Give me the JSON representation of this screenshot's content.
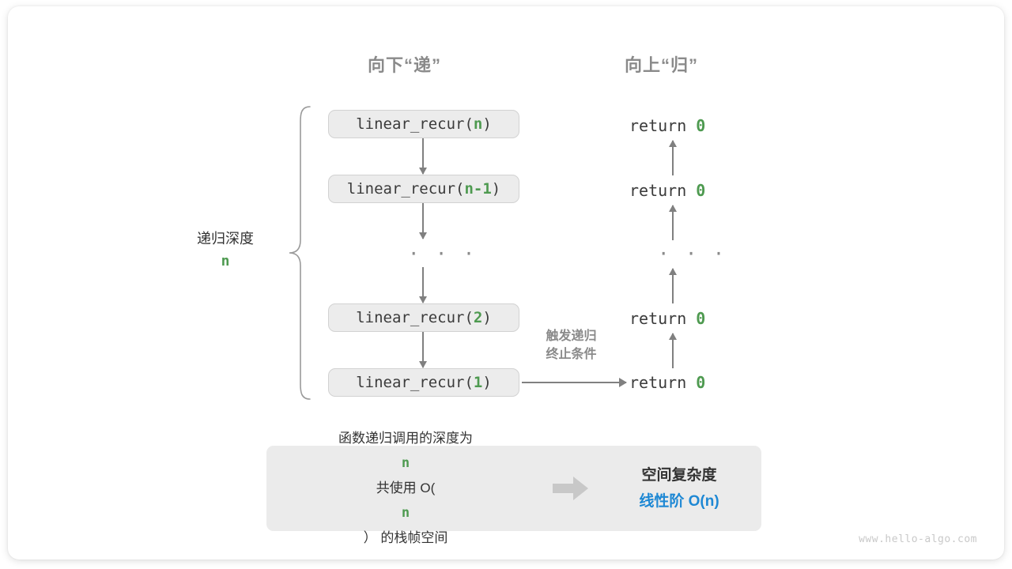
{
  "headers": {
    "down": "向下“递”",
    "up": "向上“归”"
  },
  "depth_label": {
    "text": "递归深度",
    "variable": "n"
  },
  "call_stack": [
    {
      "name": "linear_recur(",
      "arg": "n",
      "close": ")"
    },
    {
      "name": "linear_recur(",
      "arg": "n-1",
      "close": ")"
    },
    {
      "name": "linear_recur(",
      "arg": "2",
      "close": ")"
    },
    {
      "name": "linear_recur(",
      "arg": "1",
      "close": ")"
    }
  ],
  "ellipsis": "· · ·",
  "returns": [
    {
      "keyword": "return",
      "value": "0"
    },
    {
      "keyword": "return",
      "value": "0"
    },
    {
      "keyword": "return",
      "value": "0"
    },
    {
      "keyword": "return",
      "value": "0"
    }
  ],
  "trigger_note": {
    "line1": "触发递归",
    "line2": "终止条件"
  },
  "summary": {
    "left_line1_prefix": "函数递归调用的深度为 ",
    "left_line1_var": "n",
    "left_line2_prefix": "共使用 O(",
    "left_line2_var": "n",
    "left_line2_suffix": "） 的栈帧空间",
    "arrow_icon": "right-arrow-icon",
    "right_title": "空间复杂度",
    "right_order": "线性阶 O(n)"
  },
  "watermark": "www.hello-algo.com",
  "colors": {
    "green": "#4e9a50",
    "blue": "#1e88d4",
    "gray_text": "#8a8a8a",
    "dark_text": "#333333",
    "box_fill": "#ececec",
    "panel_fill": "#ebebeb",
    "arrow": "#808080"
  }
}
